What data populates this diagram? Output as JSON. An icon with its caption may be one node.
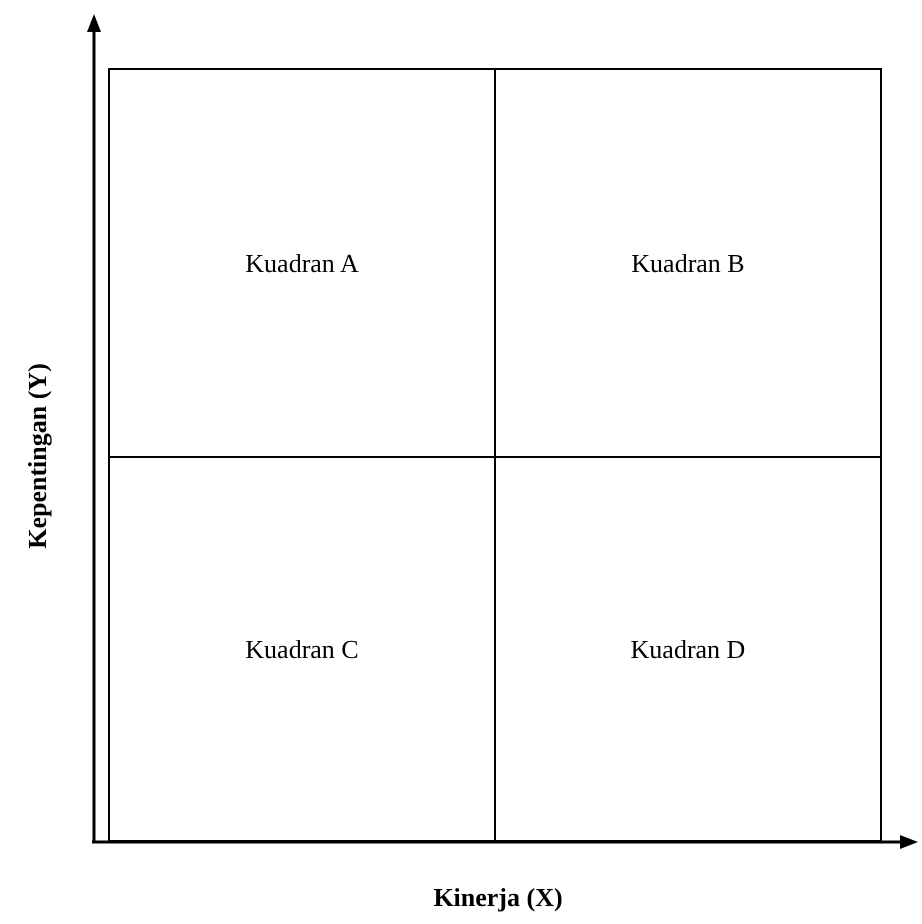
{
  "diagram": {
    "nodes": [
      {
        "text": [
          "Kuadran A"
        ]
      },
      {
        "text": [
          "Kuadran B"
        ]
      },
      {
        "text": [
          "Kuadran C"
        ]
      },
      {
        "text": [
          "Kuadran D"
        ]
      }
    ],
    "labels": [
      "Kepentingan (Y)",
      "Kinerja (X)"
    ]
  }
}
